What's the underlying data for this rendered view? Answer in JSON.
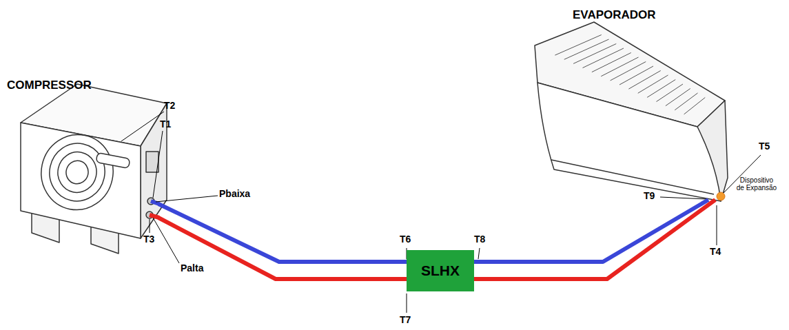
{
  "diagram": {
    "nodes": [
      {
        "text": [
          "COMPRESSOR"
        ]
      },
      {
        "text": [
          "SLHX"
        ]
      },
      {
        "text": [
          "EVAPORADOR"
        ]
      }
    ],
    "edges": [
      {
        "from": 0,
        "to": 1,
        "arrow": "none"
      },
      {
        "from": 0,
        "to": 1,
        "arrow": "none"
      },
      {
        "from": 1,
        "to": 2,
        "arrow": "none"
      },
      {
        "from": 1,
        "to": 2,
        "arrow": "none"
      }
    ],
    "labels": [
      "T2",
      "T1",
      "Pbaixa",
      "T3",
      "Palta",
      "T6",
      "T7",
      "T8",
      "T9",
      "T5",
      "T4",
      "Dispositivo de Expansão"
    ]
  }
}
